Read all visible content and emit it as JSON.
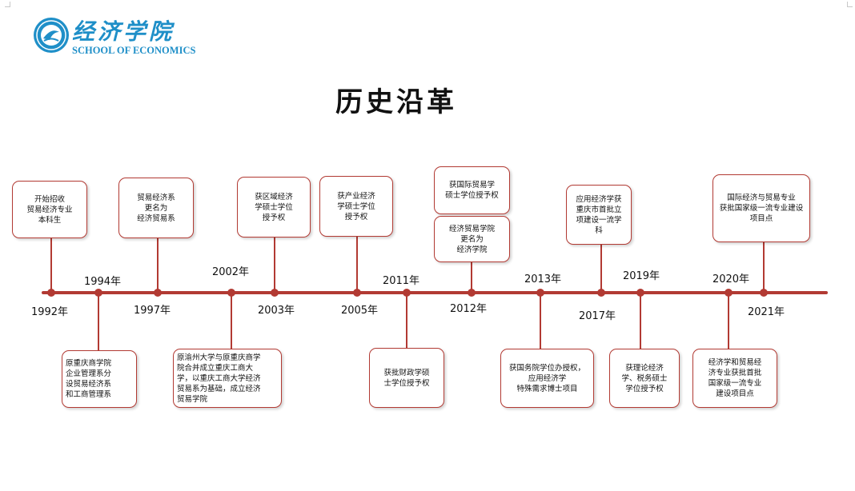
{
  "header": {
    "logo_cn": "经济学院",
    "logo_en": "SCHOOL OF ECONOMICS",
    "title": "历史沿革"
  },
  "colors": {
    "accent": "#b23a33",
    "brand_blue": "#1f8fc8"
  },
  "timeline": [
    {
      "year": "1992年",
      "text": "开始招收\n贸易经济专业\n本科生"
    },
    {
      "year": "1994年",
      "text": "原重庆商学院\n企业管理系分\n设贸易经济系\n和工商管理系"
    },
    {
      "year": "1997年",
      "text": "贸易经济系\n更名为\n经济贸易系"
    },
    {
      "year": "2002年",
      "text": "原渝州大学与原重庆商学\n院合并成立重庆工商大\n学，以重庆工商大学经济\n贸易系为基础，成立经济\n贸易学院"
    },
    {
      "year": "2003年",
      "text": "获区域经济\n学硕士学位\n授予权"
    },
    {
      "year": "2005年",
      "text": "获产业经济\n学硕士学位\n授予权"
    },
    {
      "year": "2011年",
      "text": "获批财政学硕\n士学位授予权"
    },
    {
      "year": "2012年",
      "text": "获国际贸易学\n硕士学位授予权",
      "text2": "经济贸易学院\n更名为\n经济学院"
    },
    {
      "year": "2013年",
      "text": "获国务院学位办授权，\n应用经济学\n特殊需求博士项目"
    },
    {
      "year": "2017年",
      "text": "应用经济学获\n重庆市首批立\n项建设一流学\n科"
    },
    {
      "year": "2019年",
      "text": "获理论经济\n学、税务硕士\n学位授予权"
    },
    {
      "year": "2020年",
      "text": "经济学和贸易经\n济专业获批首批\n国家级一流专业\n建设项目点"
    },
    {
      "year": "2021年",
      "text": "国际经济与贸易专业\n获批国家级一流专业建设\n项目点"
    }
  ]
}
